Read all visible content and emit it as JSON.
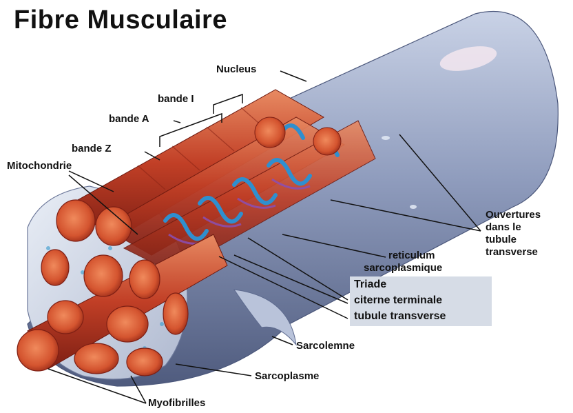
{
  "title": "Fibre Musculaire",
  "labels": {
    "nucleus": "Nucleus",
    "bande_i": "bande I",
    "bande_a": "bande A",
    "bande_z": "bande Z",
    "mitochondrie": "Mitochondrie",
    "ouvertures": [
      "Ouvertures",
      "dans le",
      "tubule",
      "transverse"
    ],
    "reticulum": [
      "reticulum",
      "sarcoplasmique"
    ],
    "triade": "Triade",
    "citerne": "citerne terminale",
    "tubule": "tubule transverse",
    "sarcolemne": "Sarcolemne",
    "sarcoplasme": "Sarcoplasme",
    "myofibrilles": "Myofibrilles"
  },
  "colors": {
    "myofibril": "#c5412a",
    "myofibril_light": "#e07a52",
    "membrane": "#9aa7c4",
    "membrane_dark": "#5d6a8e",
    "tubule": "#3aa8d8",
    "triad_highlight": "#d6dce6"
  }
}
